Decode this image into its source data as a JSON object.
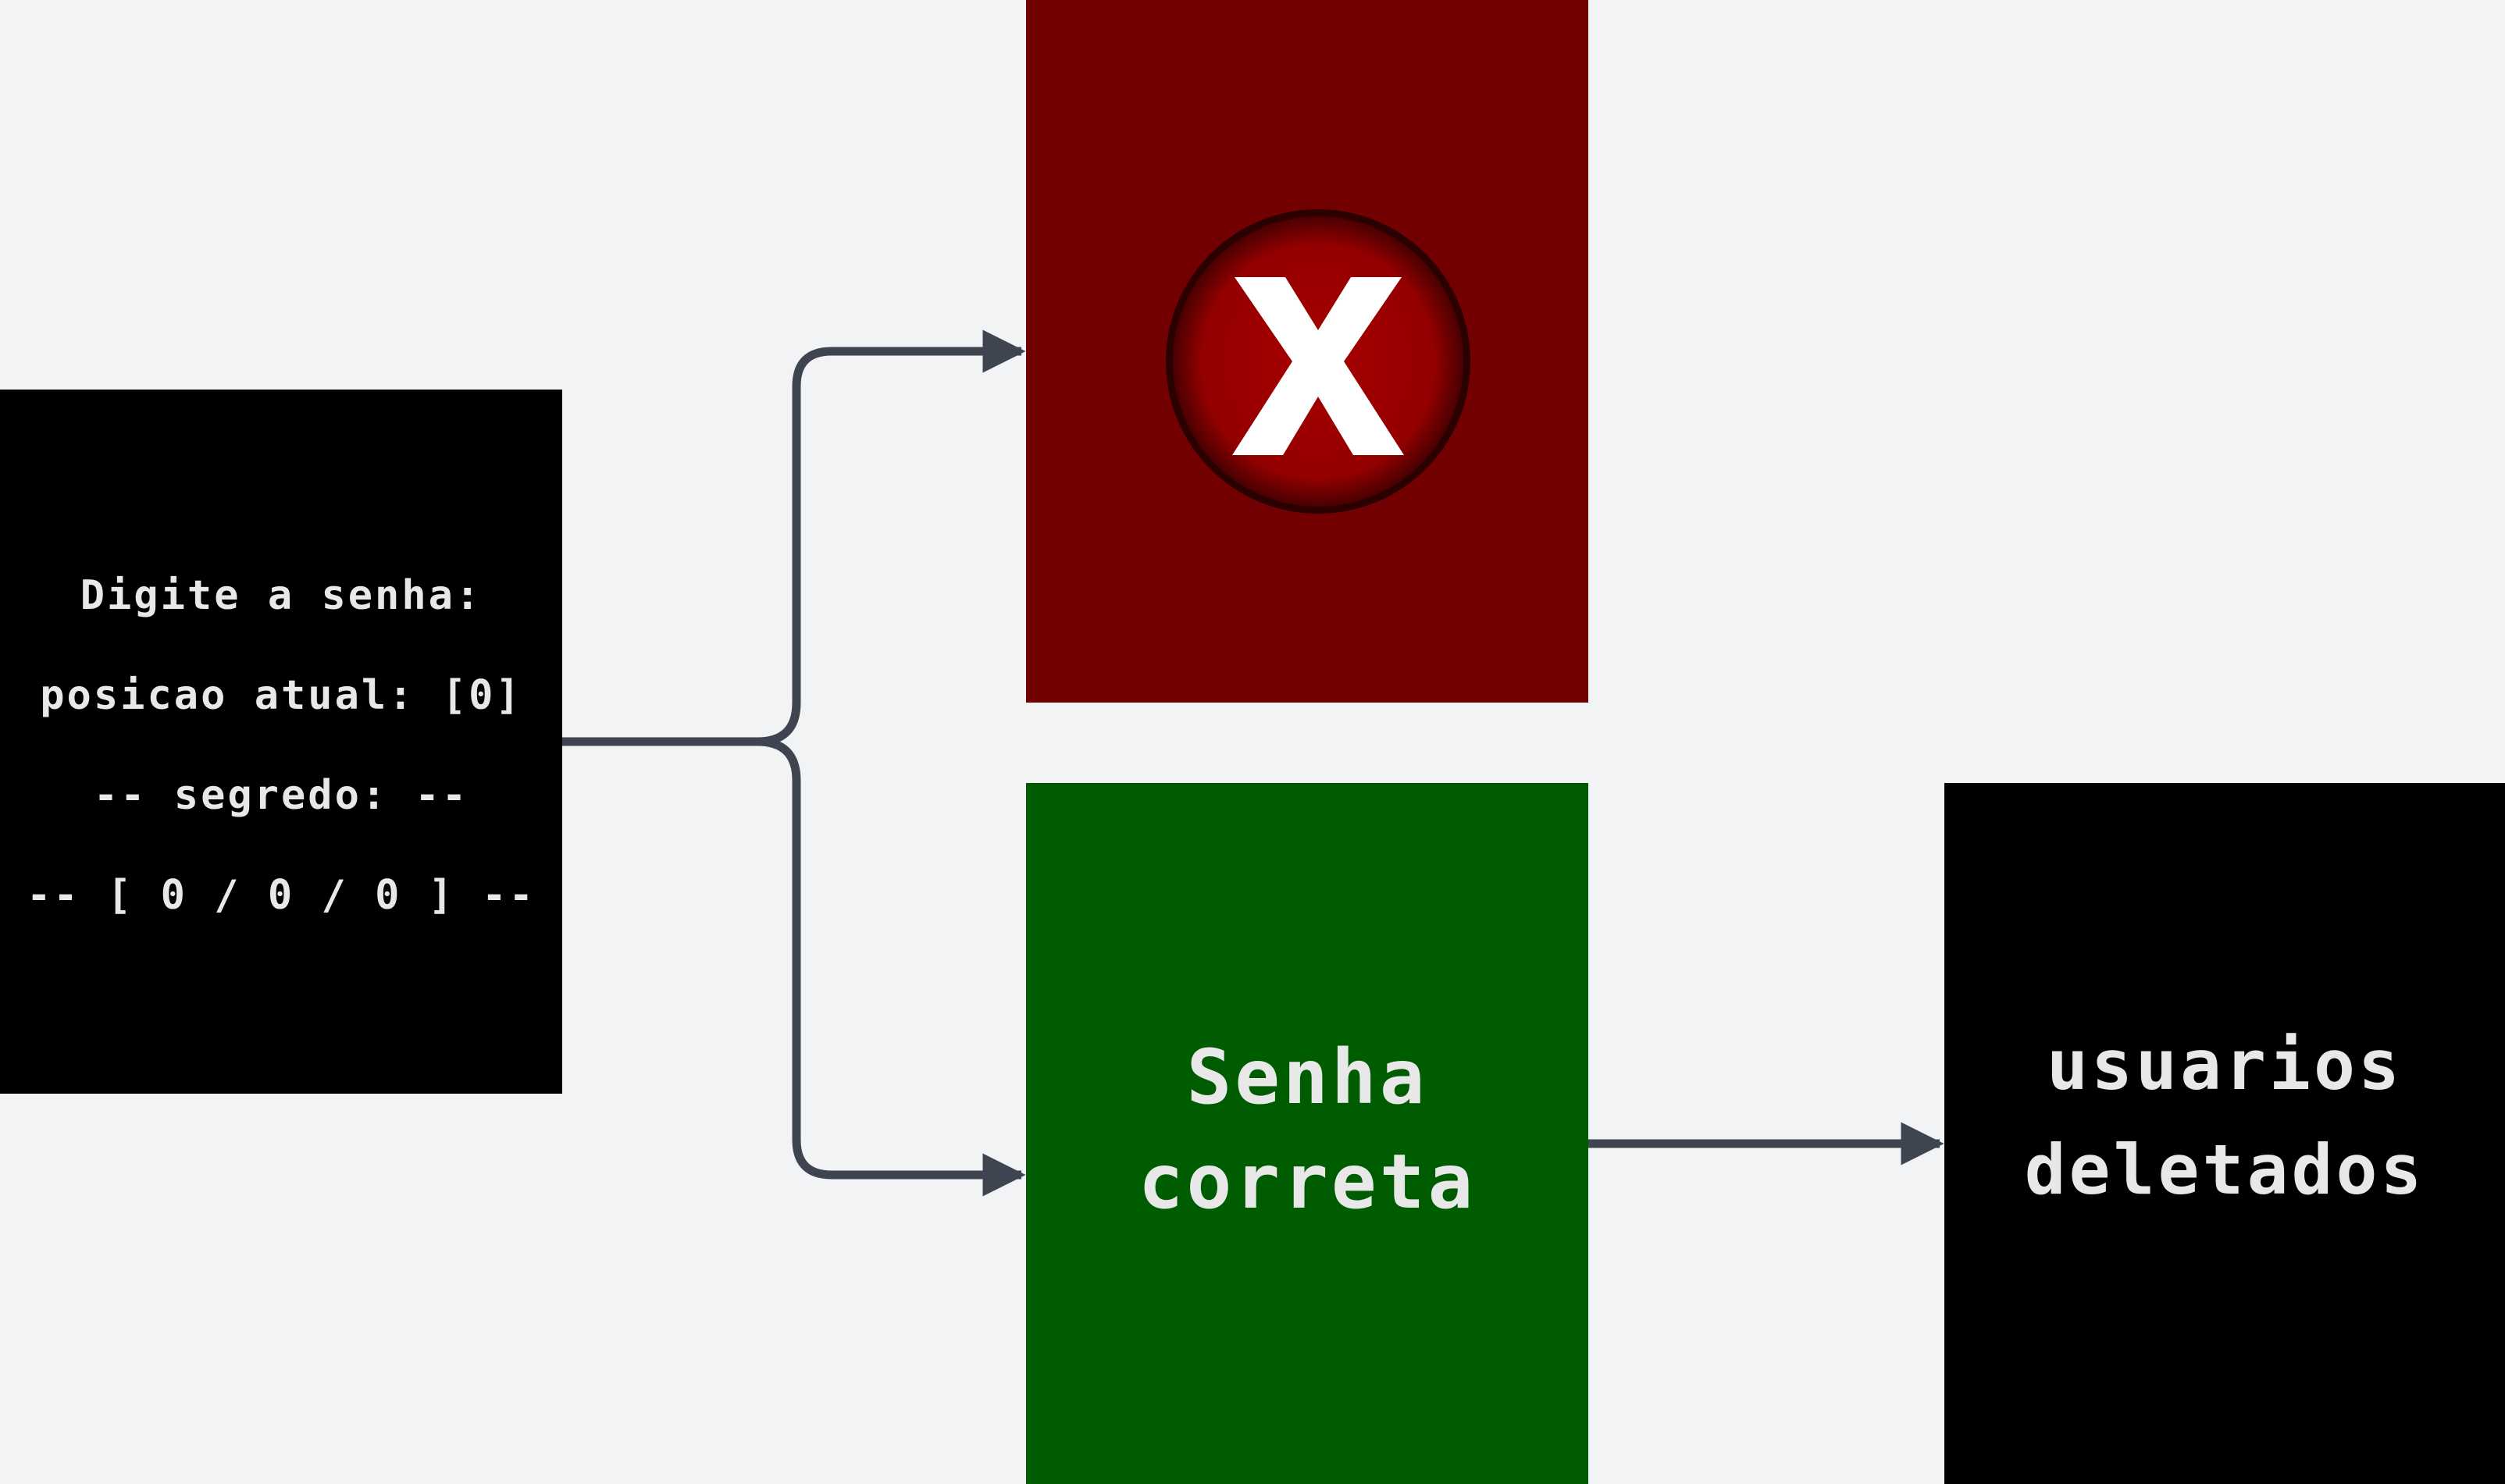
{
  "input_screen": {
    "lines": [
      "Digite a senha:",
      "posicao atual: [0]",
      "-- segredo: --",
      "-- [ 0 / 0 / 0 ] --"
    ]
  },
  "error_screen": {
    "icon": "error-x-circle-icon"
  },
  "success_screen": {
    "lines": [
      "Senha",
      "correta"
    ]
  },
  "result_screen": {
    "lines": [
      "usuarios",
      "deletados"
    ]
  },
  "colors": {
    "background": "#f1f3f5",
    "input_panel": "#000000",
    "error_panel": "#730000",
    "error_icon": "#990000",
    "success_panel": "#005c00",
    "result_panel": "#000000",
    "connector": "#3e4550",
    "text": "#e8e8e8"
  }
}
